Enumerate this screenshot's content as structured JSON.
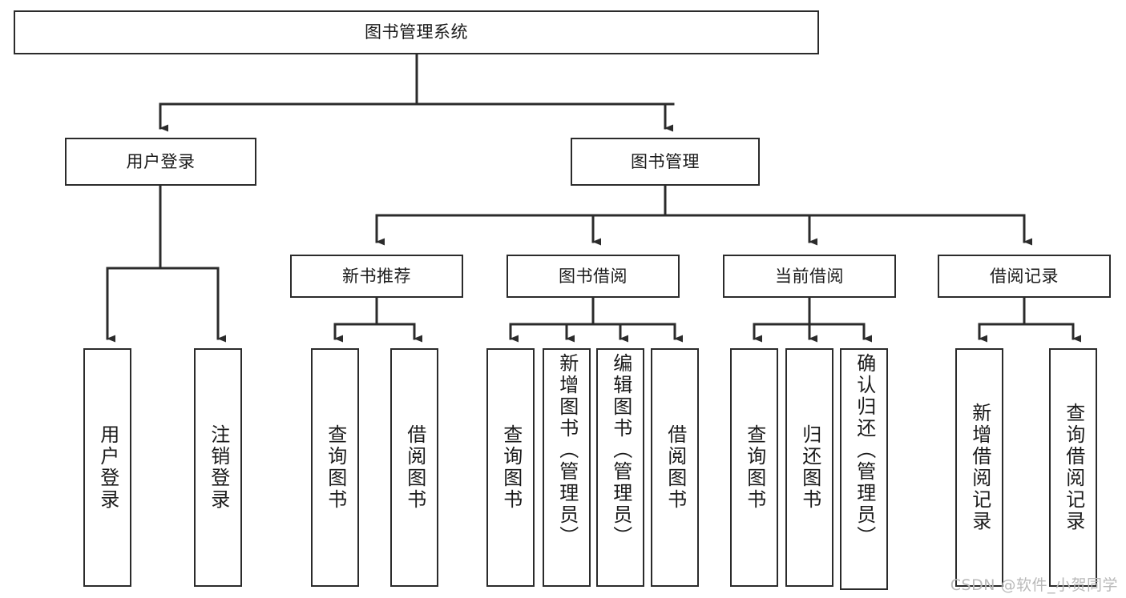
{
  "diagram": {
    "title": "图书管理系统",
    "type": "hierarchy-tree",
    "watermark": "CSDN @软件_小贺同学",
    "colors": {
      "stroke": "#2b2b2b",
      "fill": "#ffffff",
      "text": "#1b1b1b",
      "watermark": "#b9b9b9"
    },
    "nodes": {
      "root": {
        "label": "图书管理系统",
        "level": 1,
        "orientation": "horizontal"
      },
      "user_login": {
        "label": "用户登录",
        "level": 2,
        "orientation": "horizontal"
      },
      "book_manage": {
        "label": "图书管理",
        "level": 2,
        "orientation": "horizontal"
      },
      "new_book_rec": {
        "label": "新书推荐",
        "level": 3,
        "orientation": "horizontal"
      },
      "book_borrow": {
        "label": "图书借阅",
        "level": 3,
        "orientation": "horizontal"
      },
      "current_borrow": {
        "label": "当前借阅",
        "level": 3,
        "orientation": "horizontal"
      },
      "borrow_record": {
        "label": "借阅记录",
        "level": 3,
        "orientation": "horizontal"
      },
      "leaf_user_login": {
        "label": "用户登录",
        "level": 3,
        "orientation": "vertical"
      },
      "leaf_logout": {
        "label": "注销登录",
        "level": 3,
        "orientation": "vertical"
      },
      "leaf_query_book_1": {
        "label": "查询图书",
        "level": 4,
        "orientation": "vertical"
      },
      "leaf_borrow_book_1": {
        "label": "借阅图书",
        "level": 4,
        "orientation": "vertical"
      },
      "leaf_query_book_2": {
        "label": "查询图书",
        "level": 4,
        "orientation": "vertical"
      },
      "leaf_add_book": {
        "label": "新增图书（管理员）",
        "level": 4,
        "orientation": "vertical"
      },
      "leaf_edit_book": {
        "label": "编辑图书（管理员）",
        "level": 4,
        "orientation": "vertical"
      },
      "leaf_borrow_book_2": {
        "label": "借阅图书",
        "level": 4,
        "orientation": "vertical"
      },
      "leaf_query_book_3": {
        "label": "查询图书",
        "level": 4,
        "orientation": "vertical"
      },
      "leaf_return_book": {
        "label": "归还图书",
        "level": 4,
        "orientation": "vertical"
      },
      "leaf_confirm_return": {
        "label": "确认归还（管理员）",
        "level": 4,
        "orientation": "vertical"
      },
      "leaf_add_record": {
        "label": "新增借阅记录",
        "level": 4,
        "orientation": "vertical"
      },
      "leaf_query_record": {
        "label": "查询借阅记录",
        "level": 4,
        "orientation": "vertical"
      }
    },
    "edges": [
      {
        "from": "root",
        "to": "user_login"
      },
      {
        "from": "root",
        "to": "book_manage"
      },
      {
        "from": "user_login",
        "to": "leaf_user_login"
      },
      {
        "from": "user_login",
        "to": "leaf_logout"
      },
      {
        "from": "book_manage",
        "to": "new_book_rec"
      },
      {
        "from": "book_manage",
        "to": "book_borrow"
      },
      {
        "from": "book_manage",
        "to": "current_borrow"
      },
      {
        "from": "book_manage",
        "to": "borrow_record"
      },
      {
        "from": "new_book_rec",
        "to": "leaf_query_book_1"
      },
      {
        "from": "new_book_rec",
        "to": "leaf_borrow_book_1"
      },
      {
        "from": "book_borrow",
        "to": "leaf_query_book_2"
      },
      {
        "from": "book_borrow",
        "to": "leaf_add_book"
      },
      {
        "from": "book_borrow",
        "to": "leaf_edit_book"
      },
      {
        "from": "book_borrow",
        "to": "leaf_borrow_book_2"
      },
      {
        "from": "current_borrow",
        "to": "leaf_query_book_3"
      },
      {
        "from": "current_borrow",
        "to": "leaf_return_book"
      },
      {
        "from": "current_borrow",
        "to": "leaf_confirm_return"
      },
      {
        "from": "borrow_record",
        "to": "leaf_add_record"
      },
      {
        "from": "borrow_record",
        "to": "leaf_query_record"
      }
    ]
  }
}
